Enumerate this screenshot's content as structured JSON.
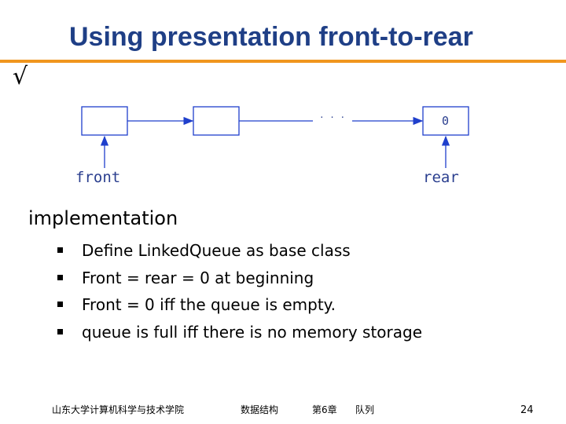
{
  "title": "Using presentation front-to-rear",
  "check_mark": "√",
  "diagram": {
    "ellipsis": "· · ·",
    "last_node_value": "0",
    "front_label": "front",
    "rear_label": "rear"
  },
  "heading": "implementation",
  "bullets": [
    "Define LinkedQueue as base class",
    "Front = rear = 0 at beginning",
    "Front = 0 iff the queue is empty.",
    "queue is full iff there is no memory storage"
  ],
  "footer": {
    "school": "山东大学计算机科学与技术学院",
    "course": "数据结构",
    "chapter": "第6章",
    "topic": "队列",
    "page": "24"
  },
  "colors": {
    "title": "#1f3f86",
    "rule": "#f0961e",
    "diagram_line": "#1f3fcc",
    "diagram_text": "#2b3f8f"
  }
}
